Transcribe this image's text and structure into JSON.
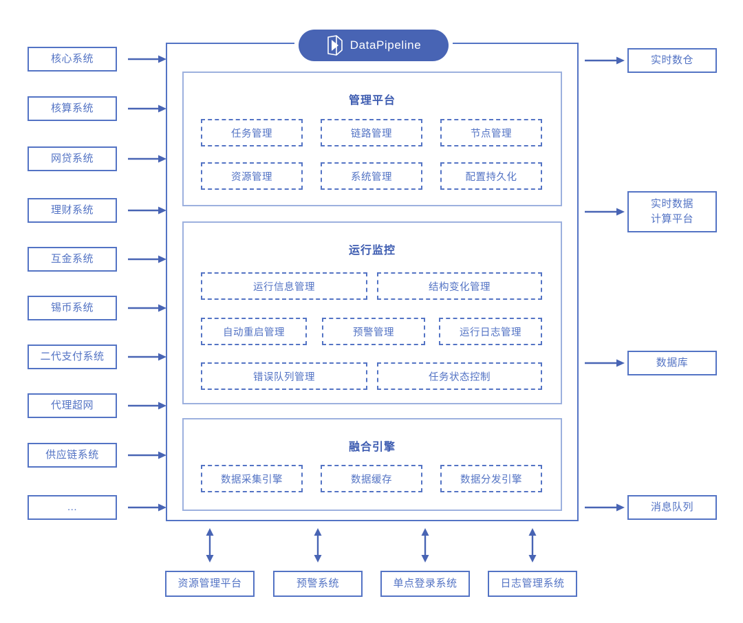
{
  "diagram": {
    "title": "DataPipeline",
    "logo_icon": "datapipeline-prism-icon",
    "accent_color": "#5373c4",
    "brand_color": "#4864b4",
    "section_border_color": "#9cb0de",
    "title_color": "#3c5bb0"
  },
  "inputs": {
    "group_name": "source-systems",
    "items": [
      {
        "label": "核心系统"
      },
      {
        "label": "核算系统"
      },
      {
        "label": "网贷系统"
      },
      {
        "label": "理财系统"
      },
      {
        "label": "互金系统"
      },
      {
        "label": "锡币系统"
      },
      {
        "label": "二代支付系统"
      },
      {
        "label": "代理超网"
      },
      {
        "label": "供应链系统"
      },
      {
        "label": "..."
      }
    ]
  },
  "outputs": {
    "group_name": "target-systems",
    "items": [
      {
        "label": "实时数仓"
      },
      {
        "label": "实时数据\n计算平台",
        "line1": "实时数据",
        "line2": "计算平台"
      },
      {
        "label": "数据库"
      },
      {
        "label": "消息队列"
      }
    ]
  },
  "bottom": {
    "group_name": "supporting-systems",
    "items": [
      {
        "label": "资源管理平台"
      },
      {
        "label": "预警系统"
      },
      {
        "label": "单点登录系统"
      },
      {
        "label": "日志管理系统"
      }
    ]
  },
  "sections": [
    {
      "key": "management-platform",
      "title": "管理平台",
      "modules": [
        {
          "label": "任务管理"
        },
        {
          "label": "链路管理"
        },
        {
          "label": "节点管理"
        },
        {
          "label": "资源管理"
        },
        {
          "label": "系统管理"
        },
        {
          "label": "配置持久化"
        }
      ]
    },
    {
      "key": "runtime-monitoring",
      "title": "运行监控",
      "modules": [
        {
          "label": "运行信息管理"
        },
        {
          "label": "结构变化管理"
        },
        {
          "label": "自动重启管理"
        },
        {
          "label": "预警管理"
        },
        {
          "label": "运行日志管理"
        },
        {
          "label": "错误队列管理"
        },
        {
          "label": "任务状态控制"
        }
      ]
    },
    {
      "key": "fusion-engine",
      "title": "融合引擎",
      "modules": [
        {
          "label": "数据采集引擎"
        },
        {
          "label": "数据缓存"
        },
        {
          "label": "数据分发引擎"
        }
      ]
    }
  ]
}
